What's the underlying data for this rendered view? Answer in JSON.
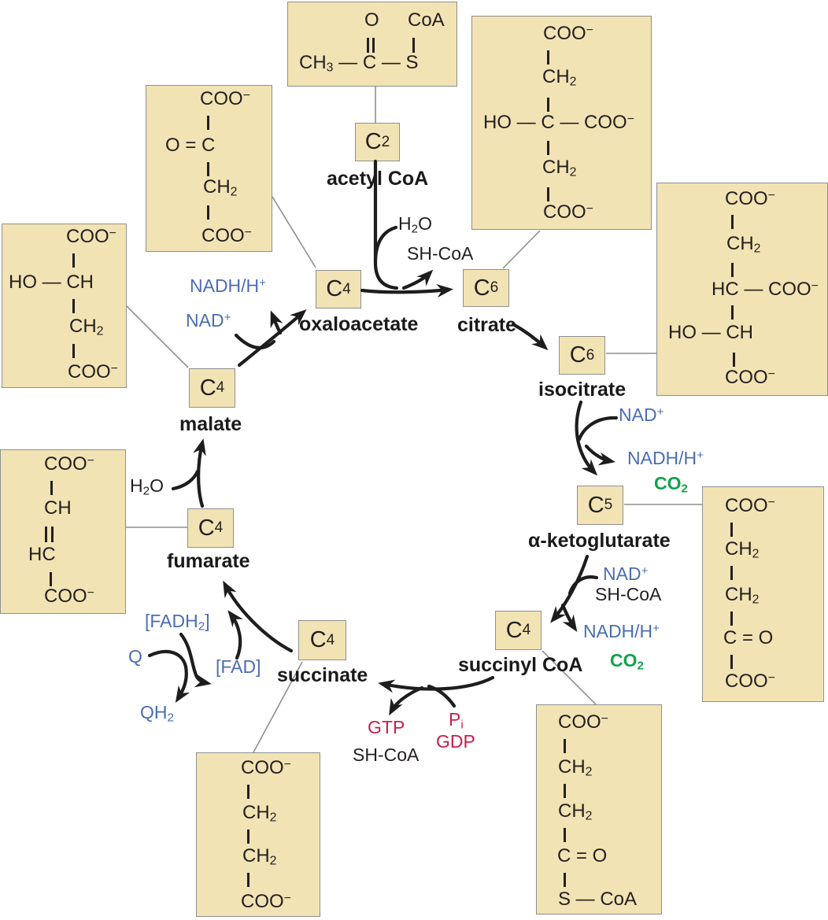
{
  "diagram": "citric acid cycle",
  "colors": {
    "box_fill": "#f2e3b4",
    "box_border": "#8f8f8f",
    "cofactor_blue": "#4a6db4",
    "co2_green": "#12a24b",
    "gtp_red": "#c81e4a",
    "text_black": "#231f20"
  },
  "nodes": {
    "acetyl_coa": {
      "symbol": "C~2~",
      "label": "acetyl CoA"
    },
    "oxaloacetate": {
      "symbol": "C~4~",
      "label": "oxaloacetate"
    },
    "citrate": {
      "symbol": "C~6~",
      "label": "citrate"
    },
    "isocitrate": {
      "symbol": "C~6~",
      "label": "isocitrate"
    },
    "alpha_ketoglutarate": {
      "symbol": "C~5~",
      "label": "α-ketoglutarate"
    },
    "succinyl_coa": {
      "symbol": "C~4~",
      "label": "succinyl CoA"
    },
    "succinate": {
      "symbol": "C~4~",
      "label": "succinate"
    },
    "fumarate": {
      "symbol": "C~4~",
      "label": "fumarate"
    },
    "malate": {
      "symbol": "C~4~",
      "label": "malate"
    }
  },
  "structures": {
    "acetyl_coa": {
      "top_left": "O",
      "top_right": "CoA",
      "chain": "CH~3~ — C — S"
    },
    "oxaloacetate": [
      "COO^−^",
      "O = C",
      "CH~2~",
      "COO^−^"
    ],
    "citrate": [
      "COO^−^",
      "CH~2~",
      "HO — C — COO^−^",
      "CH~2~",
      "COO^−^"
    ],
    "isocitrate": [
      "COO^−^",
      "CH~2~",
      "HC — COO^−^",
      "HO — CH",
      "COO^−^"
    ],
    "alpha_ketoglutarate": [
      "COO^−^",
      "CH~2~",
      "CH~2~",
      "C = O",
      "COO^−^"
    ],
    "succinyl_coa": [
      "COO^−^",
      "CH~2~",
      "CH~2~",
      "C = O",
      "S — CoA"
    ],
    "succinate": [
      "COO^−^",
      "CH~2~",
      "CH~2~",
      "COO^−^"
    ],
    "fumarate": [
      "COO^−^",
      "CH",
      "HC",
      "COO^−^"
    ],
    "malate": [
      "COO^−^",
      "HO — CH",
      "CH~2~",
      "COO^−^"
    ]
  },
  "cofactors": {
    "malate_oxidation": {
      "nad": "NAD^+^",
      "nadh": "NADH/H^+^"
    },
    "citrate_synthesis": {
      "h2o": "H~2~O",
      "shcoa": "SH-CoA"
    },
    "isocitrate_oxidation": {
      "nad": "NAD^+^",
      "nadh": "NADH/H^+^",
      "co2": "CO~2~"
    },
    "ketoglutarate_oxidation": {
      "nad": "NAD^+^",
      "shcoa": "SH-CoA",
      "nadh": "NADH/H^+^",
      "co2": "CO~2~"
    },
    "succinyl_coa_cleavage": {
      "pi": "P~i~",
      "gdp": "GDP",
      "gtp": "GTP",
      "shcoa": "SH-CoA"
    },
    "succinate_oxidation": {
      "fadh2": "[FADH~2~]",
      "fad": "[FAD]",
      "q": "Q",
      "qh2": "QH~2~"
    },
    "fumarate_hydration": {
      "h2o": "H~2~O"
    }
  }
}
